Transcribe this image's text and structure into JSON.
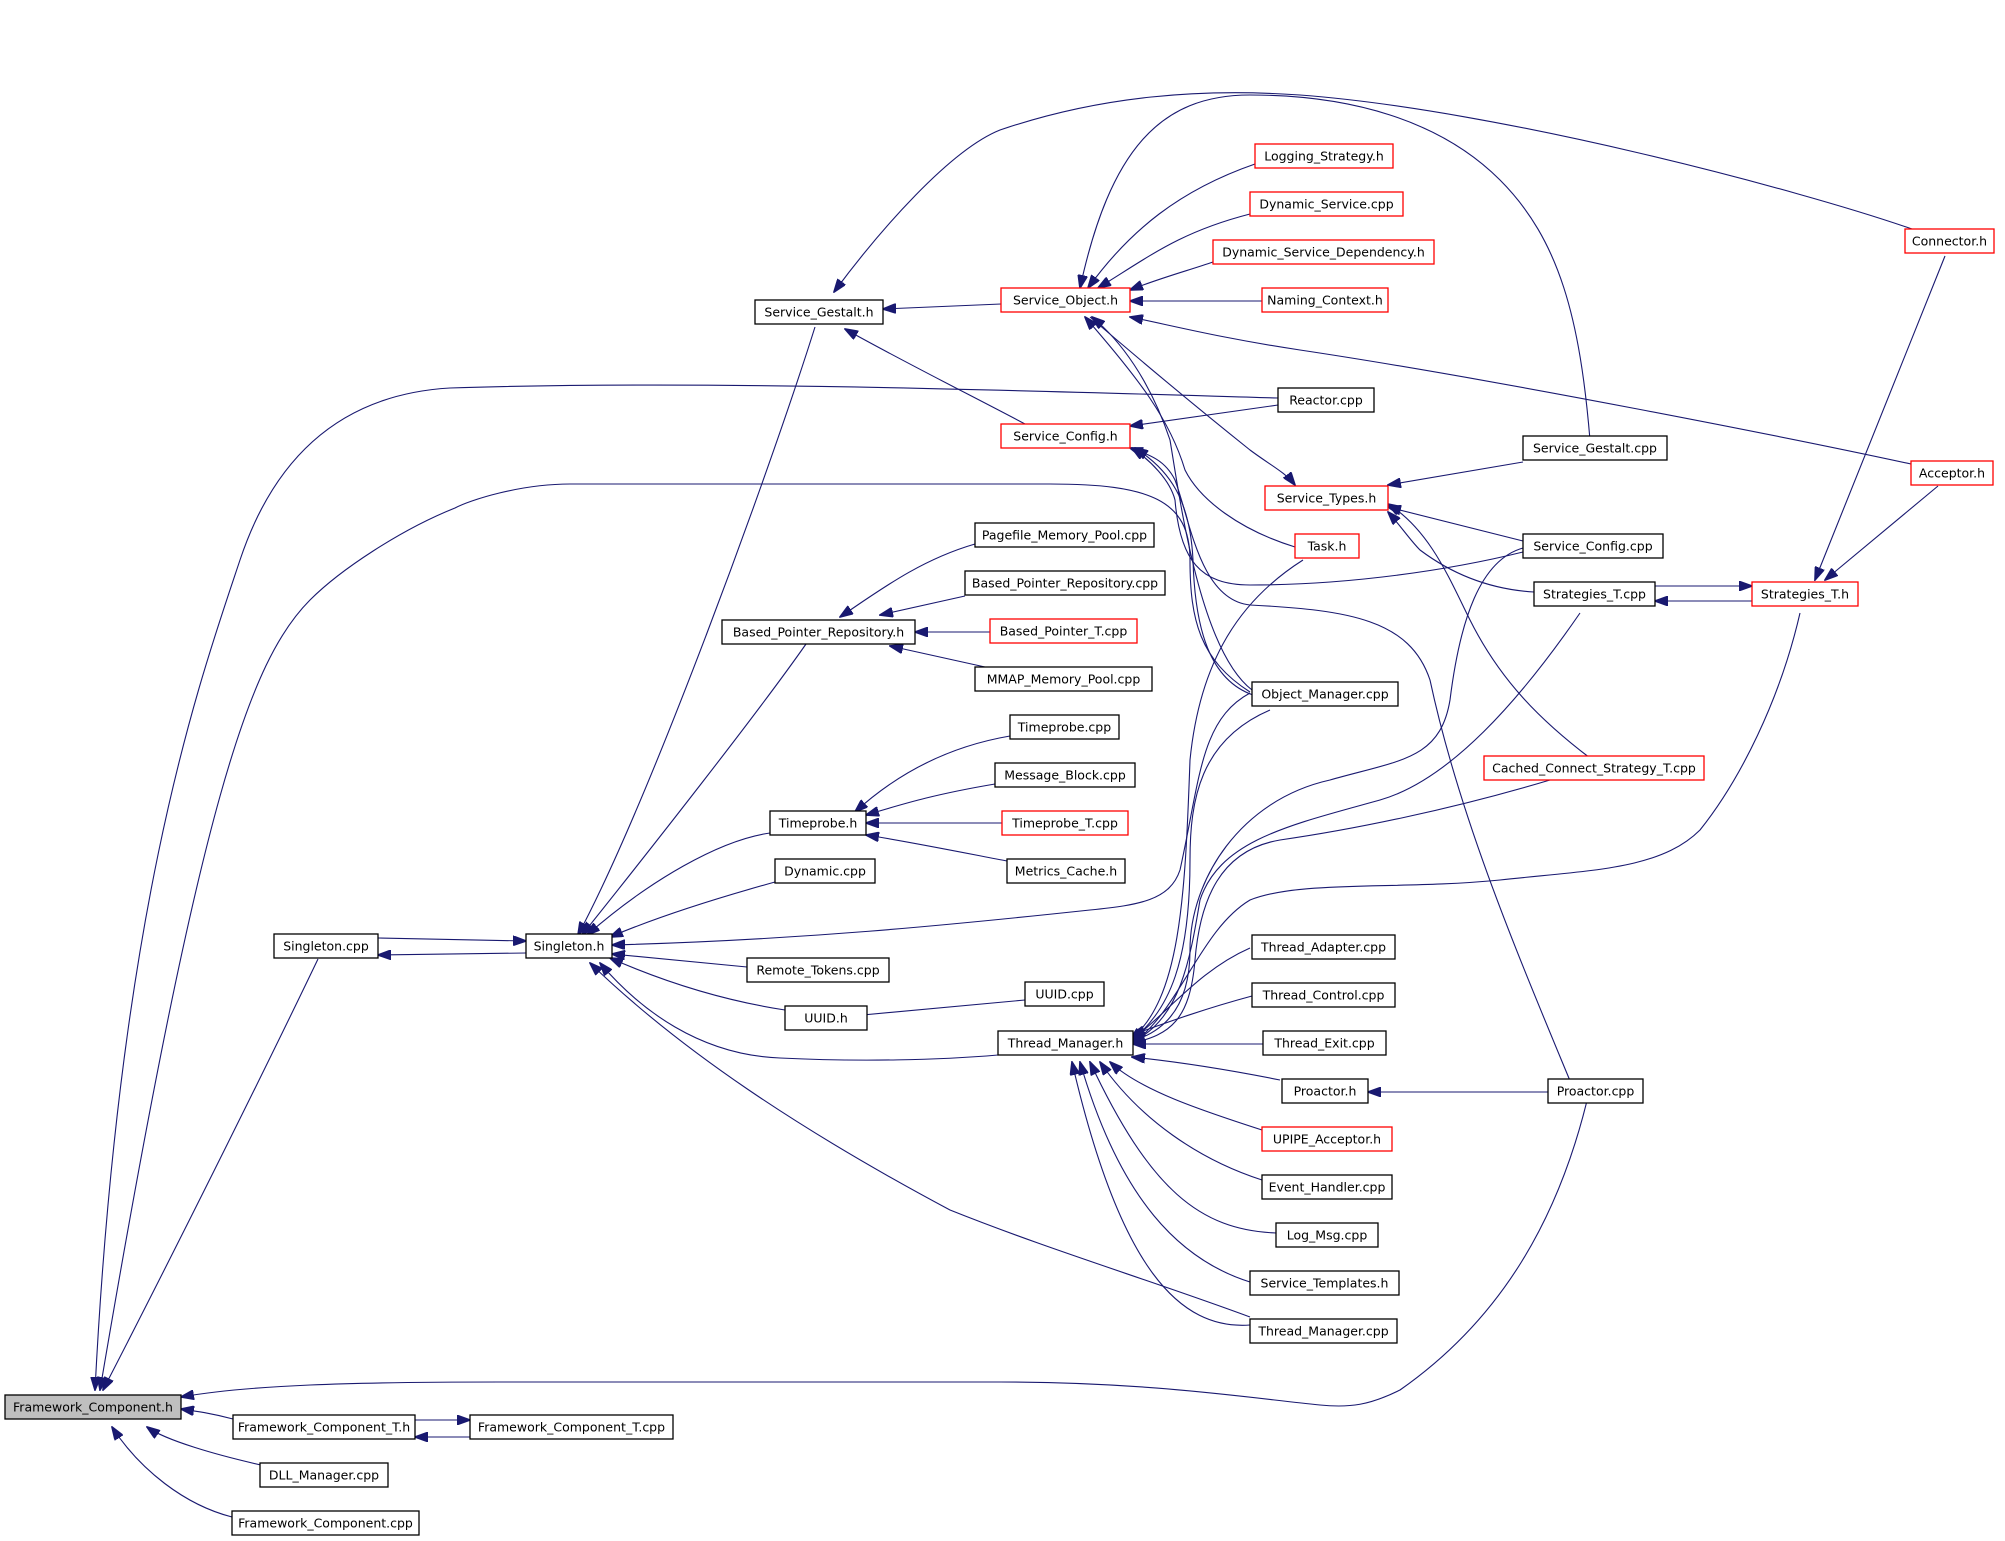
{
  "diagram": {
    "colors": {
      "edge": "#191970",
      "node_border": "#000000",
      "truncated_node_border": "#ff0000",
      "focus_fill": "#bfbfbf"
    },
    "nodes": [
      {
        "id": "framework_component_h",
        "label": "Framework_Component.h",
        "style": "focus"
      },
      {
        "id": "framework_component_t_h",
        "label": "Framework_Component_T.h",
        "style": "normal"
      },
      {
        "id": "framework_component_t_cpp",
        "label": "Framework_Component_T.cpp",
        "style": "normal"
      },
      {
        "id": "dll_manager_cpp",
        "label": "DLL_Manager.cpp",
        "style": "normal"
      },
      {
        "id": "framework_component_cpp",
        "label": "Framework_Component.cpp",
        "style": "normal"
      },
      {
        "id": "singleton_cpp",
        "label": "Singleton.cpp",
        "style": "normal"
      },
      {
        "id": "singleton_h",
        "label": "Singleton.h",
        "style": "normal"
      },
      {
        "id": "service_gestalt_h",
        "label": "Service_Gestalt.h",
        "style": "normal"
      },
      {
        "id": "service_object_h",
        "label": "Service_Object.h",
        "style": "truncated"
      },
      {
        "id": "service_config_h",
        "label": "Service_Config.h",
        "style": "truncated"
      },
      {
        "id": "logging_strategy_h",
        "label": "Logging_Strategy.h",
        "style": "truncated"
      },
      {
        "id": "dynamic_service_cpp",
        "label": "Dynamic_Service.cpp",
        "style": "truncated"
      },
      {
        "id": "dynamic_service_dependency_h",
        "label": "Dynamic_Service_Dependency.h",
        "style": "truncated"
      },
      {
        "id": "naming_context_h",
        "label": "Naming_Context.h",
        "style": "truncated"
      },
      {
        "id": "reactor_cpp",
        "label": "Reactor.cpp",
        "style": "normal"
      },
      {
        "id": "service_types_h",
        "label": "Service_Types.h",
        "style": "truncated"
      },
      {
        "id": "task_h",
        "label": "Task.h",
        "style": "truncated"
      },
      {
        "id": "service_gestalt_cpp",
        "label": "Service_Gestalt.cpp",
        "style": "normal"
      },
      {
        "id": "service_config_cpp",
        "label": "Service_Config.cpp",
        "style": "normal"
      },
      {
        "id": "strategies_t_cpp",
        "label": "Strategies_T.cpp",
        "style": "normal"
      },
      {
        "id": "strategies_t_h",
        "label": "Strategies_T.h",
        "style": "truncated"
      },
      {
        "id": "connector_h",
        "label": "Connector.h",
        "style": "truncated"
      },
      {
        "id": "acceptor_h",
        "label": "Acceptor.h",
        "style": "truncated"
      },
      {
        "id": "based_pointer_repository_h",
        "label": "Based_Pointer_Repository.h",
        "style": "normal"
      },
      {
        "id": "pagefile_memory_pool_cpp",
        "label": "Pagefile_Memory_Pool.cpp",
        "style": "normal"
      },
      {
        "id": "based_pointer_repository_cpp",
        "label": "Based_Pointer_Repository.cpp",
        "style": "normal"
      },
      {
        "id": "based_pointer_t_cpp",
        "label": "Based_Pointer_T.cpp",
        "style": "truncated"
      },
      {
        "id": "mmap_memory_pool_cpp",
        "label": "MMAP_Memory_Pool.cpp",
        "style": "normal"
      },
      {
        "id": "timeprobe_h",
        "label": "Timeprobe.h",
        "style": "normal"
      },
      {
        "id": "timeprobe_cpp",
        "label": "Timeprobe.cpp",
        "style": "normal"
      },
      {
        "id": "message_block_cpp",
        "label": "Message_Block.cpp",
        "style": "normal"
      },
      {
        "id": "timeprobe_t_cpp",
        "label": "Timeprobe_T.cpp",
        "style": "truncated"
      },
      {
        "id": "metrics_cache_h",
        "label": "Metrics_Cache.h",
        "style": "normal"
      },
      {
        "id": "dynamic_cpp",
        "label": "Dynamic.cpp",
        "style": "normal"
      },
      {
        "id": "remote_tokens_cpp",
        "label": "Remote_Tokens.cpp",
        "style": "normal"
      },
      {
        "id": "uuid_h",
        "label": "UUID.h",
        "style": "normal"
      },
      {
        "id": "uuid_cpp",
        "label": "UUID.cpp",
        "style": "normal"
      },
      {
        "id": "thread_manager_h",
        "label": "Thread_Manager.h",
        "style": "normal"
      },
      {
        "id": "object_manager_cpp",
        "label": "Object_Manager.cpp",
        "style": "normal"
      },
      {
        "id": "cached_connect_strategy_t_cpp",
        "label": "Cached_Connect_Strategy_T.cpp",
        "style": "truncated"
      },
      {
        "id": "thread_adapter_cpp",
        "label": "Thread_Adapter.cpp",
        "style": "normal"
      },
      {
        "id": "thread_control_cpp",
        "label": "Thread_Control.cpp",
        "style": "normal"
      },
      {
        "id": "thread_exit_cpp",
        "label": "Thread_Exit.cpp",
        "style": "normal"
      },
      {
        "id": "proactor_h",
        "label": "Proactor.h",
        "style": "normal"
      },
      {
        "id": "proactor_cpp",
        "label": "Proactor.cpp",
        "style": "normal"
      },
      {
        "id": "upipe_acceptor_h",
        "label": "UPIPE_Acceptor.h",
        "style": "truncated"
      },
      {
        "id": "event_handler_cpp",
        "label": "Event_Handler.cpp",
        "style": "normal"
      },
      {
        "id": "log_msg_cpp",
        "label": "Log_Msg.cpp",
        "style": "normal"
      },
      {
        "id": "service_templates_h",
        "label": "Service_Templates.h",
        "style": "normal"
      },
      {
        "id": "thread_manager_cpp",
        "label": "Thread_Manager.cpp",
        "style": "normal"
      }
    ]
  }
}
